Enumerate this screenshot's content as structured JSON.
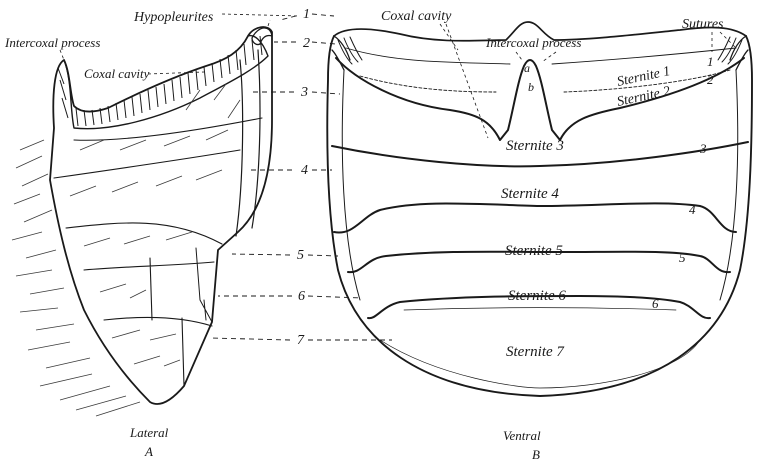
{
  "lateral": {
    "labels": {
      "hypopleurites": "Hypopleurites",
      "intercoxal_process": "Intercoxal process",
      "coxal_cavity": "Coxal cavity"
    },
    "caption": "Lateral",
    "letter": "A"
  },
  "ventral": {
    "labels": {
      "coxal_cavity": "Coxal cavity",
      "intercoxal_process": "Intercoxal process",
      "sutures": "Sutures",
      "a": "a",
      "b": "b",
      "sternite_1": "Sternite 1",
      "sternite_2": "Sternite 2",
      "sternite_3": "Sternite 3",
      "sternite_4": "Sternite 4",
      "sternite_5": "Sternite 5",
      "sternite_6": "Sternite 6",
      "sternite_7": "Sternite 7"
    },
    "caption": "Ventral",
    "letter": "B"
  },
  "segment_numbers": [
    "1",
    "2",
    "3",
    "4",
    "5",
    "6",
    "7"
  ],
  "suture_numbers": [
    "1",
    "2",
    "3",
    "4",
    "5",
    "6"
  ]
}
